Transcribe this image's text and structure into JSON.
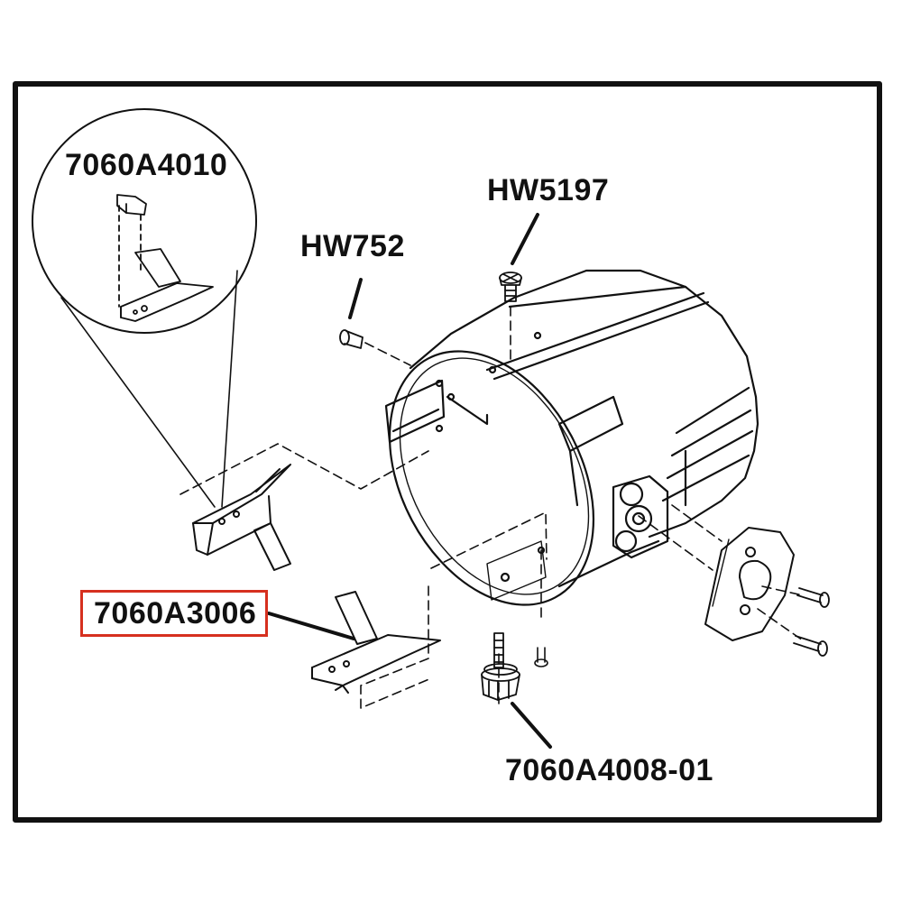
{
  "labels": {
    "detail_part": "7060A4010",
    "top_screw": "HW5197",
    "side_pin": "HW752",
    "highlighted_part": "7060A3006",
    "knob": "7060A4008-01"
  },
  "colors": {
    "line": "#111111",
    "highlight": "#d6301f",
    "background": "#ffffff"
  }
}
